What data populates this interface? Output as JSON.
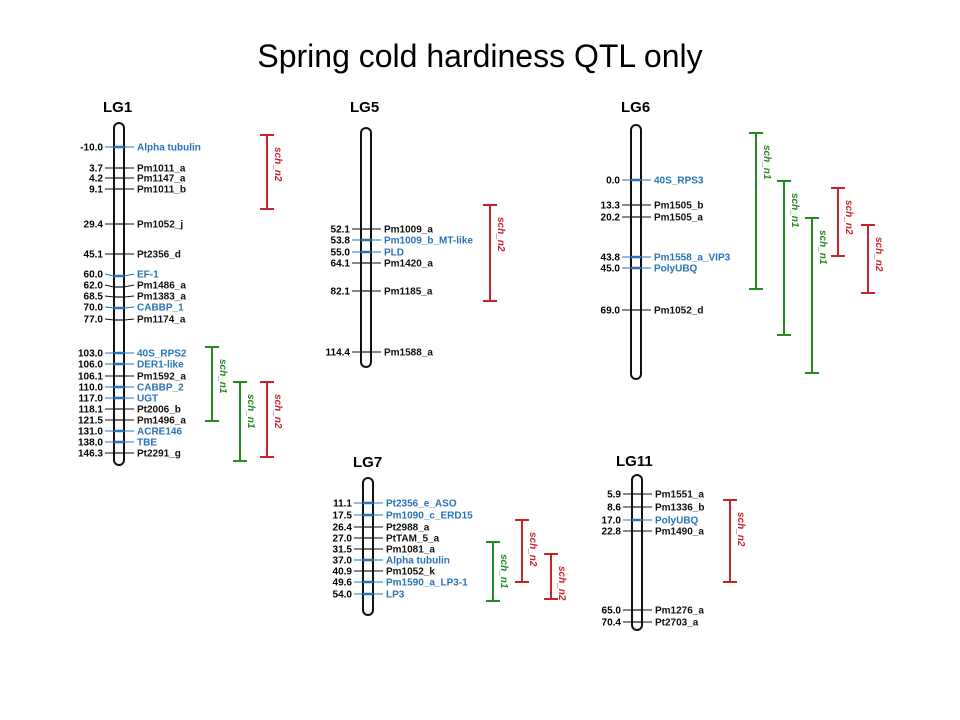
{
  "title": "Spring cold hardiness QTL only",
  "colors": {
    "black": "#111111",
    "blue": "#2873b8",
    "red": "#c8242c",
    "green": "#228b22"
  },
  "linkage_groups": [
    {
      "id": "lg1",
      "name": "LG1",
      "markers": [
        {
          "pos": "-10.0",
          "name": "Alpha tubulin",
          "color": "blue"
        },
        {
          "pos": "3.7",
          "name": "Pm1011_a",
          "color": "black"
        },
        {
          "pos": "4.2",
          "name": "Pm1147_a",
          "color": "black"
        },
        {
          "pos": "9.1",
          "name": "Pm1011_b",
          "color": "black"
        },
        {
          "pos": "29.4",
          "name": "Pm1052_j",
          "color": "black"
        },
        {
          "pos": "45.1",
          "name": "Pt2356_d",
          "color": "black"
        },
        {
          "pos": "60.0",
          "name": "EF-1",
          "color": "blue"
        },
        {
          "pos": "62.0",
          "name": "Pm1486_a",
          "color": "black"
        },
        {
          "pos": "68.5",
          "name": "Pm1383_a",
          "color": "black"
        },
        {
          "pos": "70.0",
          "name": "CABBP_1",
          "color": "blue"
        },
        {
          "pos": "77.0",
          "name": "Pm1174_a",
          "color": "black"
        },
        {
          "pos": "103.0",
          "name": "40S_RPS2",
          "color": "blue"
        },
        {
          "pos": "106.0",
          "name": "DER1-like",
          "color": "blue"
        },
        {
          "pos": "106.1",
          "name": "Pm1592_a",
          "color": "black"
        },
        {
          "pos": "110.0",
          "name": "CABBP_2",
          "color": "blue"
        },
        {
          "pos": "117.0",
          "name": "UGT",
          "color": "blue"
        },
        {
          "pos": "118.1",
          "name": "Pt2006_b",
          "color": "black"
        },
        {
          "pos": "121.5",
          "name": "Pm1496_a",
          "color": "black"
        },
        {
          "pos": "131.0",
          "name": "ACRE146",
          "color": "blue"
        },
        {
          "pos": "138.0",
          "name": "TBE",
          "color": "blue"
        },
        {
          "pos": "146.3",
          "name": "Pt2291_g",
          "color": "black"
        }
      ],
      "qtls": [
        {
          "label": "sch_n2",
          "color": "red"
        },
        {
          "label": "sch_n1",
          "color": "green"
        },
        {
          "label": "sch_n1",
          "color": "green"
        },
        {
          "label": "sch_n2",
          "color": "red"
        }
      ]
    },
    {
      "id": "lg5",
      "name": "LG5",
      "markers": [
        {
          "pos": "52.1",
          "name": "Pm1009_a",
          "color": "black"
        },
        {
          "pos": "53.8",
          "name": "Pm1009_b_MT-like",
          "color": "blue"
        },
        {
          "pos": "55.0",
          "name": "PLD",
          "color": "blue"
        },
        {
          "pos": "64.1",
          "name": "Pm1420_a",
          "color": "black"
        },
        {
          "pos": "82.1",
          "name": "Pm1185_a",
          "color": "black"
        },
        {
          "pos": "114.4",
          "name": "Pm1588_a",
          "color": "black"
        }
      ],
      "qtls": [
        {
          "label": "sch_n2",
          "color": "red"
        }
      ]
    },
    {
      "id": "lg6",
      "name": "LG6",
      "markers": [
        {
          "pos": "0.0",
          "name": "40S_RPS3",
          "color": "blue"
        },
        {
          "pos": "13.3",
          "name": "Pm1505_b",
          "color": "black"
        },
        {
          "pos": "20.2",
          "name": "Pm1505_a",
          "color": "black"
        },
        {
          "pos": "43.8",
          "name": "Pm1558_a_VIP3",
          "color": "blue"
        },
        {
          "pos": "45.0",
          "name": "PolyUBQ",
          "color": "blue"
        },
        {
          "pos": "69.0",
          "name": "Pm1052_d",
          "color": "black"
        }
      ],
      "qtls": [
        {
          "label": "sch_n1",
          "color": "green"
        },
        {
          "label": "sch_n1",
          "color": "green"
        },
        {
          "label": "sch_n2",
          "color": "red"
        },
        {
          "label": "sch_n1",
          "color": "green"
        },
        {
          "label": "sch_n2",
          "color": "red"
        }
      ]
    },
    {
      "id": "lg7",
      "name": "LG7",
      "markers": [
        {
          "pos": "11.1",
          "name": "Pt2356_e_ASO",
          "color": "blue"
        },
        {
          "pos": "17.5",
          "name": "Pm1090_c_ERD15",
          "color": "blue"
        },
        {
          "pos": "26.4",
          "name": "Pt2988_a",
          "color": "black"
        },
        {
          "pos": "27.0",
          "name": "PtTAM_5_a",
          "color": "black"
        },
        {
          "pos": "31.5",
          "name": "Pm1081_a",
          "color": "black"
        },
        {
          "pos": "37.0",
          "name": "Alpha tubulin",
          "color": "blue"
        },
        {
          "pos": "40.9",
          "name": "Pm1052_k",
          "color": "black"
        },
        {
          "pos": "49.6",
          "name": "Pm1590_a_LP3-1",
          "color": "blue"
        },
        {
          "pos": "54.0",
          "name": "LP3",
          "color": "blue"
        }
      ],
      "qtls": [
        {
          "label": "sch_n2",
          "color": "red"
        },
        {
          "label": "sch_n1",
          "color": "green"
        },
        {
          "label": "sch_n2",
          "color": "red"
        }
      ]
    },
    {
      "id": "lg11",
      "name": "LG11",
      "markers": [
        {
          "pos": "5.9",
          "name": "Pm1551_a",
          "color": "black"
        },
        {
          "pos": "8.6",
          "name": "Pm1336_b",
          "color": "black"
        },
        {
          "pos": "17.0",
          "name": "PolyUBQ",
          "color": "blue"
        },
        {
          "pos": "22.8",
          "name": "Pm1490_a",
          "color": "black"
        },
        {
          "pos": "65.0",
          "name": "Pm1276_a",
          "color": "black"
        },
        {
          "pos": "70.4",
          "name": "Pt2703_a",
          "color": "black"
        }
      ],
      "qtls": [
        {
          "label": "sch_n2",
          "color": "red"
        }
      ]
    }
  ]
}
